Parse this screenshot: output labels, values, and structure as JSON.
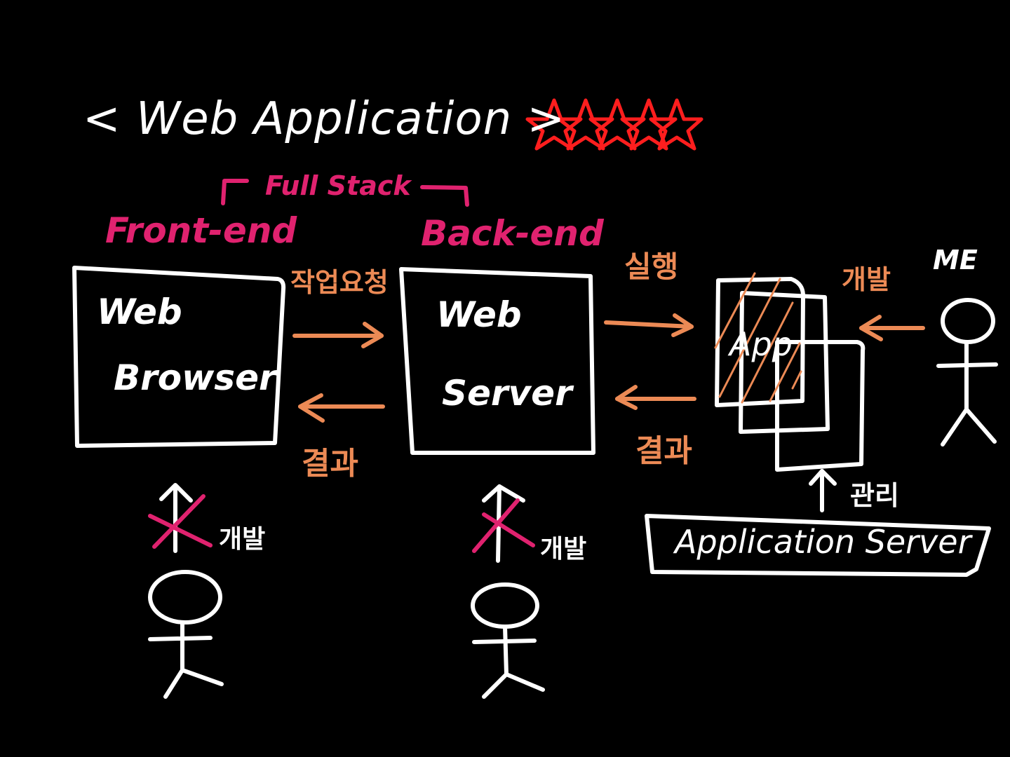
{
  "title": "< Web Application >",
  "stars_color": "#ff1e1e",
  "full_stack_label": "Full Stack",
  "front_end_label": "Front-end",
  "back_end_label": "Back-end",
  "browser": {
    "line1": "Web",
    "line2": "Browser"
  },
  "server": {
    "line1": "Web",
    "line2": "Server"
  },
  "app_label": "App",
  "app_server_label": "Application Server",
  "request_label": "작업요청",
  "result_left_label": "결과",
  "execute_label": "실행",
  "result_right_label": "결과",
  "develop_right_label": "개발",
  "me_label": "ME",
  "manage_label": "관리",
  "develop_browser_label": "개발",
  "develop_server_label": "개발",
  "colors": {
    "white": "#ffffff",
    "pink": "#e0226f",
    "orange": "#ec8a55",
    "red": "#ff1e1e",
    "background": "#000000"
  }
}
